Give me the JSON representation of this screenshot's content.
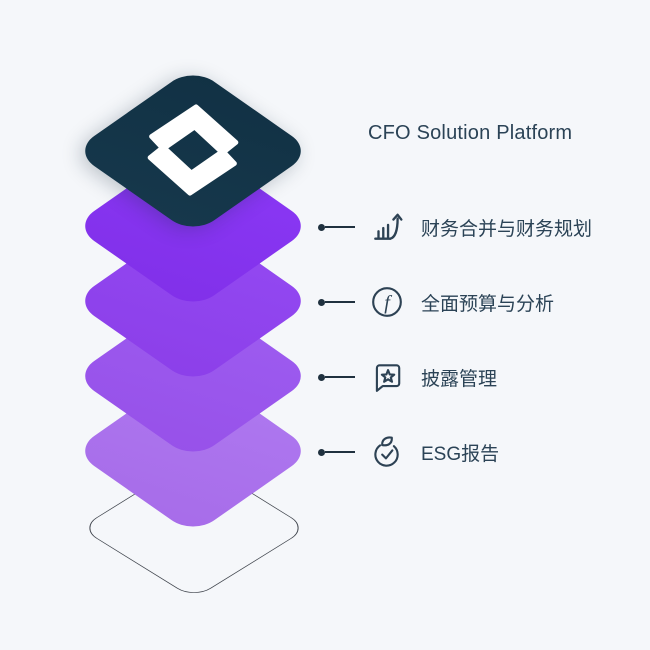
{
  "title": "CFO Solution Platform",
  "diamonds": [
    {
      "name": "platform-logo-layer",
      "color1": "#113144",
      "color2": "#16384c"
    },
    {
      "name": "layer-1",
      "color1": "#8a38f5",
      "color2": "#8130e9"
    },
    {
      "name": "layer-2",
      "color1": "#9349f2",
      "color2": "#8c3fe9"
    },
    {
      "name": "layer-3",
      "color1": "#9d5cf0",
      "color2": "#9751e9"
    },
    {
      "name": "layer-4",
      "color1": "#ae78f0",
      "color2": "#a76ce9"
    }
  ],
  "outline_diamond": {
    "stroke": "#41464e"
  },
  "rows": [
    {
      "icon": "chart-increase-icon",
      "label": "财务合并与财务规划"
    },
    {
      "icon": "function-icon",
      "label": "全面预算与分析"
    },
    {
      "icon": "disclosure-star-icon",
      "label": "披露管理"
    },
    {
      "icon": "esg-leaf-icon",
      "label": "ESG报告"
    }
  ],
  "accents": {
    "text": "#2b4356",
    "connector": "#20313f",
    "icon_stroke": "#2d4254",
    "logo_mark": "#ffffff",
    "background": "#f5f7fa"
  }
}
